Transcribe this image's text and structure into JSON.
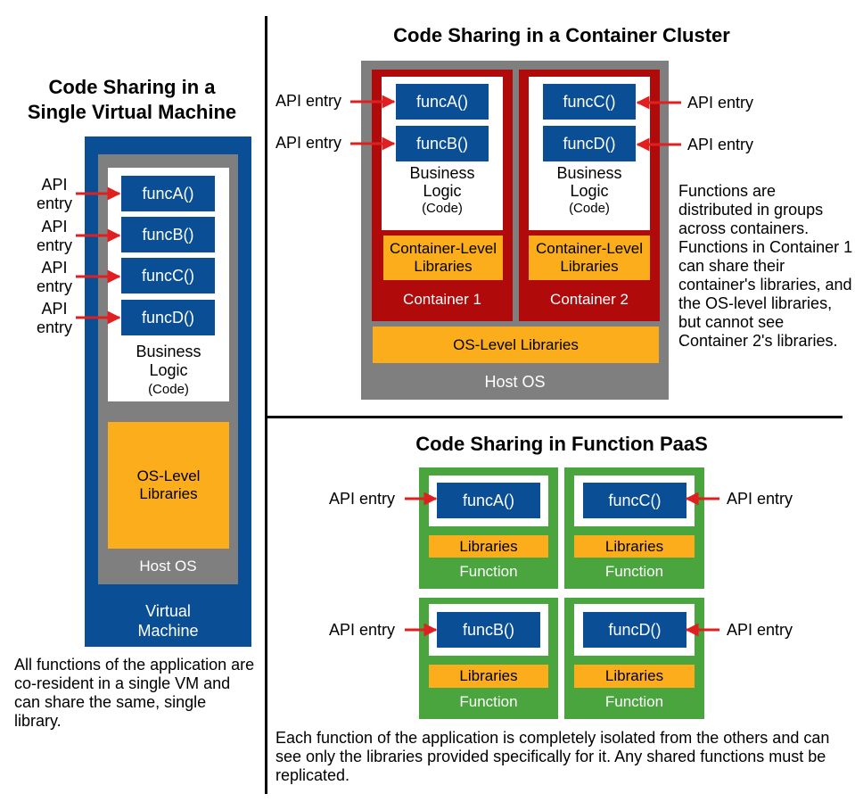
{
  "left": {
    "title_line1": "Code Sharing in a",
    "title_line2": "Single Virtual Machine",
    "funcs": [
      "funcA()",
      "funcB()",
      "funcC()",
      "funcD()"
    ],
    "api_line1": "API",
    "api_line2": "entry",
    "business_line1": "Business",
    "business_line2": "Logic",
    "code": "(Code)",
    "os_libs_line1": "OS-Level",
    "os_libs_line2": "Libraries",
    "host_os": "Host OS",
    "vm_line1": "Virtual",
    "vm_line2": "Machine",
    "caption": "All functions of the application are co-resident in a single VM and can share the same, single library."
  },
  "top_right": {
    "title": "Code Sharing in a Container Cluster",
    "api_entry": "API entry",
    "container1": {
      "funcs": [
        "funcA()",
        "funcB()"
      ],
      "label": "Container 1"
    },
    "container2": {
      "funcs": [
        "funcC()",
        "funcD()"
      ],
      "label": "Container 2"
    },
    "business_line1": "Business",
    "business_line2": "Logic",
    "code": "(Code)",
    "container_libs_line1": "Container-Level",
    "container_libs_line2": "Libraries",
    "os_libs": "OS-Level Libraries",
    "host_os": "Host OS",
    "caption": "Functions are distributed in groups across containers. Functions in Container 1 can share their container's libraries, and the OS-level libraries, but cannot see Container 2's libraries."
  },
  "bottom_right": {
    "title": "Code Sharing in Function PaaS",
    "api_entry": "API entry",
    "funcs": [
      "funcA()",
      "funcC()",
      "funcB()",
      "funcD()"
    ],
    "libraries": "Libraries",
    "function_label": "Function",
    "caption": "Each function of the application is completely isolated from the others and can see only the libraries provided specifically for it. Any shared functions must be replicated."
  },
  "colors": {
    "vm_blue": "#0a4f96",
    "gray": "#7f7f7f",
    "library_orange": "#fbad1c",
    "container_red": "#b00a0a",
    "function_green": "#4aa53e",
    "arrow_red": "#e02020"
  }
}
